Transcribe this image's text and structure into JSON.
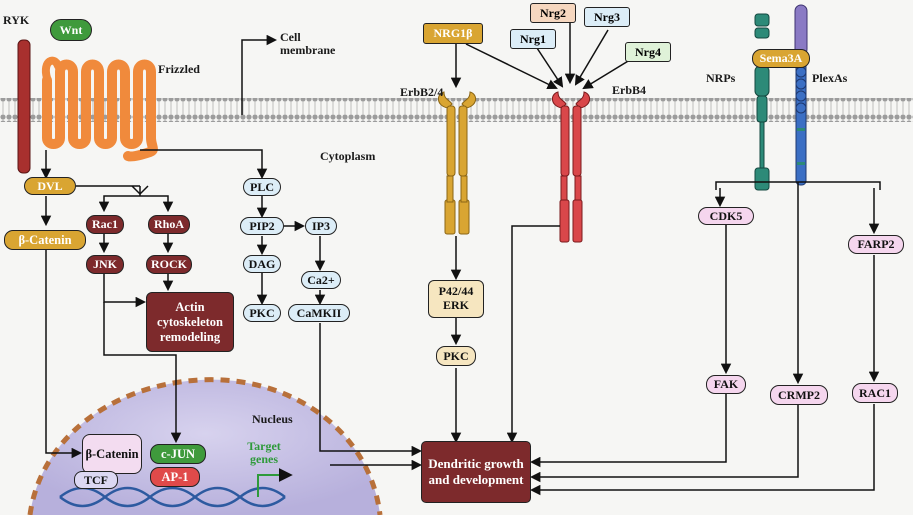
{
  "labels": {
    "ryk": "RYK",
    "wnt": "Wnt",
    "frizzled": "Frizzled",
    "cell_membrane": "Cell membrane",
    "cytoplasm": "Cytoplasm",
    "nucleus": "Nucleus",
    "erbb24": "ErbB2/4",
    "erbb4": "ErbB4",
    "nrps": "NRPs",
    "plexas": "PlexAs",
    "target_genes": "Target genes"
  },
  "ligands": {
    "nrg1b": "NRG1β",
    "nrg1": "Nrg1",
    "nrg2": "Nrg2",
    "nrg3": "Nrg3",
    "nrg4": "Nrg4",
    "sema3a": "Sema3A"
  },
  "nodes": {
    "dvl": "DVL",
    "b_catenin": "β-Catenin",
    "rac1": "Rac1",
    "rhoa": "RhoA",
    "jnk": "JNK",
    "rock": "ROCK",
    "actin": "Actin cytoskeleton remodeling",
    "plc": "PLC",
    "pip2": "PIP2",
    "ip3": "IP3",
    "dag": "DAG",
    "ca2": "Ca2+",
    "pkc_left": "PKC",
    "camkii": "CaMKII",
    "p42_erk": "P42/44 ERK",
    "pkc_mid": "PKC",
    "cdk5": "CDK5",
    "farp2": "FARP2",
    "fak": "FAK",
    "crmp2": "CRMP2",
    "rac1_right": "RAC1",
    "dendritic": "Dendritic growth and development",
    "nuc_b_catenin": "β-Catenin",
    "tcf": "TCF",
    "c_jun": "c-JUN",
    "ap1": "AP-1"
  },
  "colors": {
    "membrane": "#9a9a9a",
    "frizzled": "#f08a3c",
    "ryk": "#a8302e",
    "wnt": "#3f9a3c",
    "erbb24": "#d9a532",
    "erbb4": "#d9474a",
    "nrps": "#2d8a78",
    "plexas": "#3b6fc4",
    "nucleus": "#c8c2e4",
    "maroon": "#7d2a2c"
  }
}
